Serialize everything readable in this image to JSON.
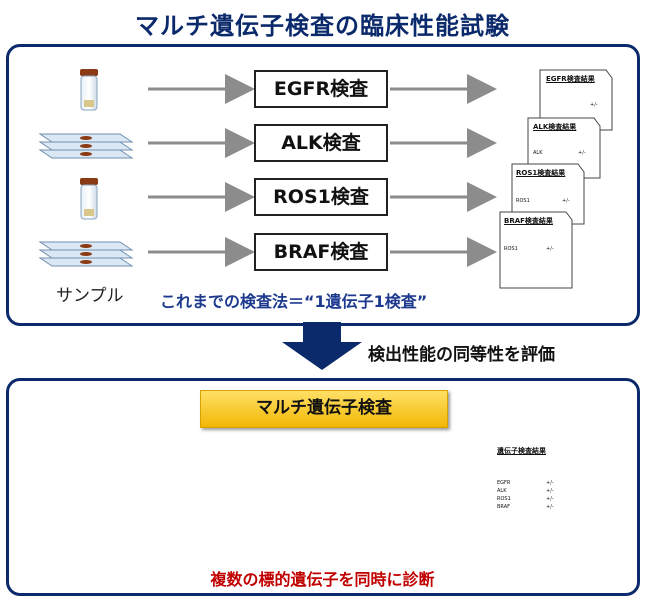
{
  "title": "マルチ遺伝子検査の臨床性能試験",
  "top_panel": {
    "tests": [
      "EGFR検査",
      "ALK検査",
      "ROS1検査",
      "BRAF検査"
    ],
    "sample_label": "サンプル",
    "caption": "これまでの検査法＝“1遺伝子1検査”",
    "report_titles": [
      "EGFR検査結果",
      "ALK検査結果",
      "ROS1検査結果",
      "BRAF検査結果"
    ],
    "report_rows": [
      [
        "",
        "+/-"
      ],
      [
        "ALK",
        "+/-"
      ],
      [
        "ROS1",
        "+/-"
      ],
      [
        "ROS1",
        "+/-"
      ]
    ]
  },
  "middle": {
    "arrow_label": "検出性能の同等性を評価"
  },
  "bottom_panel": {
    "header": "マルチ遺伝子検査",
    "caption": "複数の標的遺伝子を同時に診断",
    "report_title": "遺伝子検査結果",
    "report_rows": [
      {
        "gene": "EGFR",
        "result": "+/-"
      },
      {
        "gene": "ALK",
        "result": "+/-"
      },
      {
        "gene": "ROS1",
        "result": "+/-"
      },
      {
        "gene": "BRAF",
        "result": "+/-"
      }
    ]
  },
  "colors": {
    "navy": "#0b2a6b",
    "caption_blue": "#1d3a8f",
    "red": "#c00000",
    "gold": "#f2b705",
    "arrow_gray": "#8c8c8c"
  }
}
